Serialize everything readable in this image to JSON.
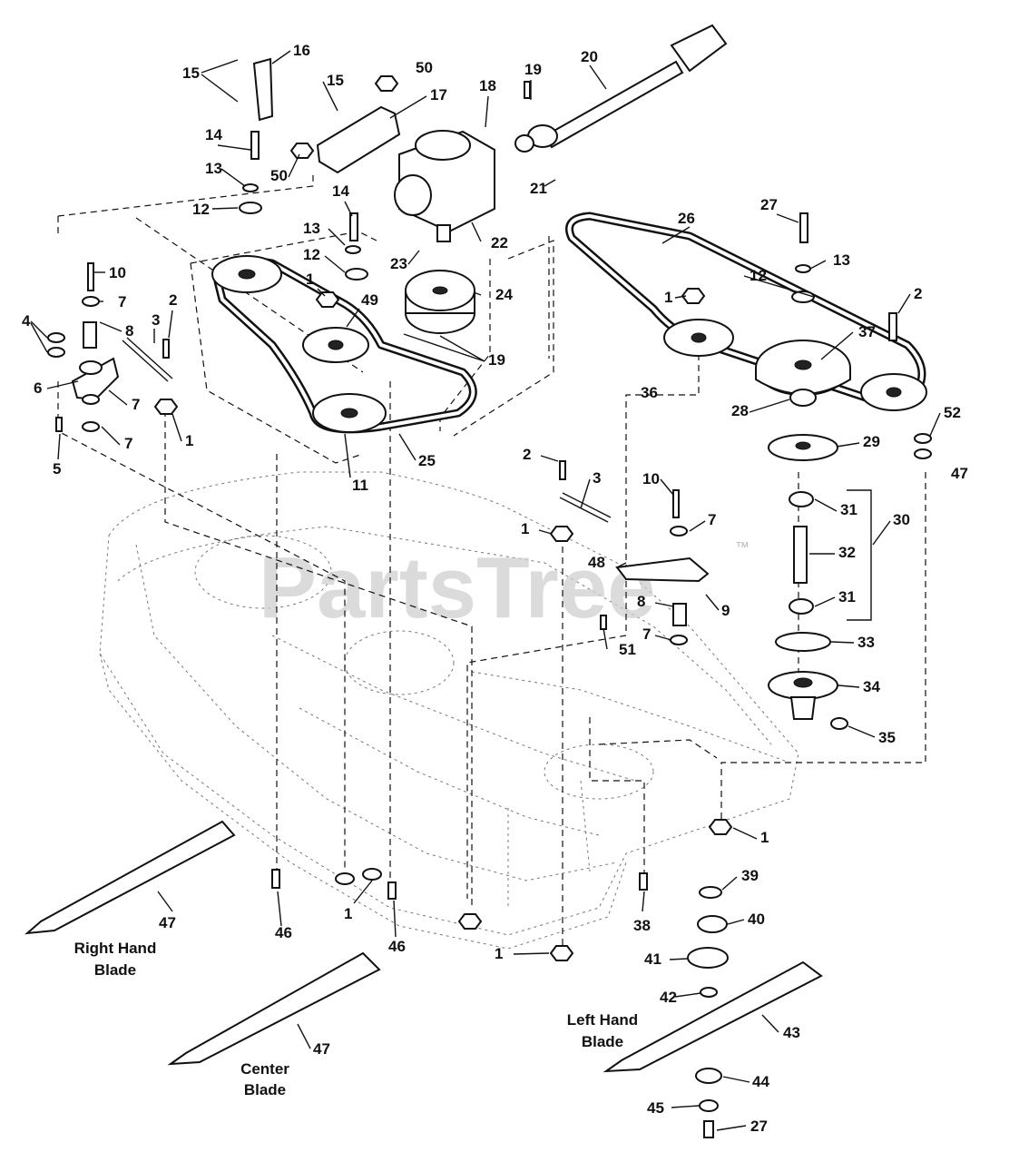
{
  "watermark": {
    "text": "PartsTree",
    "trademark": "™"
  },
  "captions": {
    "right_hand_blade": [
      "Right Hand",
      "Blade"
    ],
    "center_blade": [
      "Center",
      "Blade"
    ],
    "left_hand_blade": [
      "Left Hand",
      "Blade"
    ]
  },
  "callouts": [
    {
      "label": "16"
    },
    {
      "label": "15"
    },
    {
      "label": "15"
    },
    {
      "label": "50"
    },
    {
      "label": "17"
    },
    {
      "label": "18"
    },
    {
      "label": "19"
    },
    {
      "label": "20"
    },
    {
      "label": "14"
    },
    {
      "label": "13"
    },
    {
      "label": "50"
    },
    {
      "label": "21"
    },
    {
      "label": "12"
    },
    {
      "label": "14"
    },
    {
      "label": "22"
    },
    {
      "label": "26"
    },
    {
      "label": "27"
    },
    {
      "label": "13"
    },
    {
      "label": "12"
    },
    {
      "label": "23"
    },
    {
      "label": "13"
    },
    {
      "label": "10"
    },
    {
      "label": "2"
    },
    {
      "label": "24"
    },
    {
      "label": "12"
    },
    {
      "label": "7"
    },
    {
      "label": "1"
    },
    {
      "label": "49"
    },
    {
      "label": "1"
    },
    {
      "label": "2"
    },
    {
      "label": "4"
    },
    {
      "label": "3"
    },
    {
      "label": "8"
    },
    {
      "label": "37"
    },
    {
      "label": "19"
    },
    {
      "label": "6"
    },
    {
      "label": "7"
    },
    {
      "label": "36"
    },
    {
      "label": "1"
    },
    {
      "label": "7"
    },
    {
      "label": "28"
    },
    {
      "label": "52"
    },
    {
      "label": "29"
    },
    {
      "label": "5"
    },
    {
      "label": "25"
    },
    {
      "label": "47"
    },
    {
      "label": "11"
    },
    {
      "label": "2"
    },
    {
      "label": "3"
    },
    {
      "label": "10"
    },
    {
      "label": "31"
    },
    {
      "label": "30"
    },
    {
      "label": "1"
    },
    {
      "label": "7"
    },
    {
      "label": "32"
    },
    {
      "label": "48"
    },
    {
      "label": "9"
    },
    {
      "label": "31"
    },
    {
      "label": "8"
    },
    {
      "label": "7"
    },
    {
      "label": "33"
    },
    {
      "label": "51"
    },
    {
      "label": "34"
    },
    {
      "label": "35"
    },
    {
      "label": "1"
    },
    {
      "label": "39"
    },
    {
      "label": "47"
    },
    {
      "label": "46"
    },
    {
      "label": "1"
    },
    {
      "label": "46"
    },
    {
      "label": "38"
    },
    {
      "label": "40"
    },
    {
      "label": "1"
    },
    {
      "label": "41"
    },
    {
      "label": "42"
    },
    {
      "label": "47"
    },
    {
      "label": "43"
    },
    {
      "label": "44"
    },
    {
      "label": "45"
    },
    {
      "label": "27"
    }
  ]
}
